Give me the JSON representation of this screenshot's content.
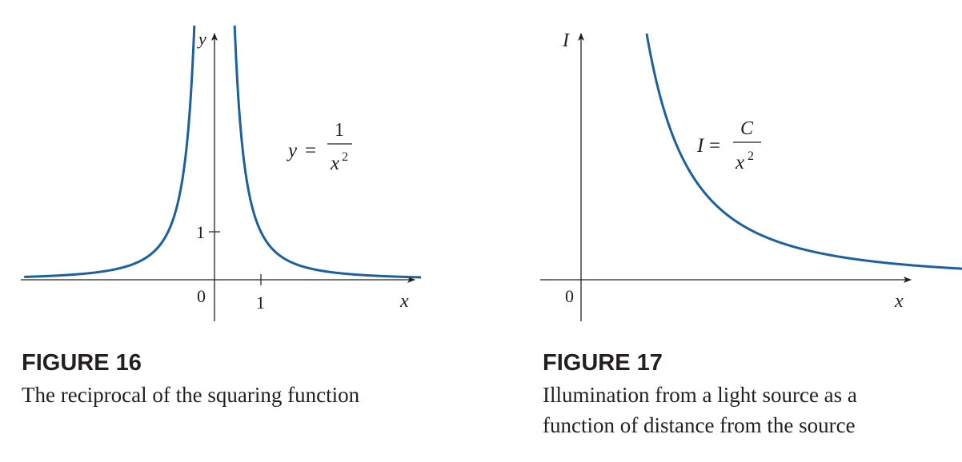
{
  "colors": {
    "curve": "#1b61a0",
    "axis": "#231f20",
    "text": "#231f20"
  },
  "figures": [
    {
      "caption_number": "FIGURE 16",
      "caption_lines": [
        "The reciprocal of the squaring function"
      ],
      "equation": {
        "lhs": "y",
        "eq": "=",
        "num": "1",
        "den_base": "x",
        "den_exp": "2"
      },
      "axes": {
        "x_label": "x",
        "y_label": "y",
        "origin_label": "0",
        "x_tick_label": "1",
        "y_tick_label": "1"
      }
    },
    {
      "caption_number": "FIGURE 17",
      "caption_lines": [
        "Illumination from a light source as a",
        "function of distance from the source"
      ],
      "equation": {
        "lhs": "I",
        "eq": "=",
        "num": "C",
        "den_base": "x",
        "den_exp": "2"
      },
      "axes": {
        "x_label": "x",
        "y_label": "I",
        "origin_label": "0"
      }
    }
  ],
  "chart_data": [
    {
      "type": "line",
      "function": "y = 1/x^2",
      "series": [
        {
          "name": "y = 1/x^2",
          "formula": "1/x^2"
        }
      ],
      "xlim": [
        -4.1,
        4.45
      ],
      "ylim": [
        -0.85,
        5.3
      ],
      "x_ticks": [
        1
      ],
      "y_ticks": [
        1
      ],
      "grid": false
    },
    {
      "type": "line",
      "function": "I = C/x^2",
      "series": [
        {
          "name": "I = C/x^2",
          "formula": "C/x^2"
        }
      ],
      "grid": false
    }
  ]
}
